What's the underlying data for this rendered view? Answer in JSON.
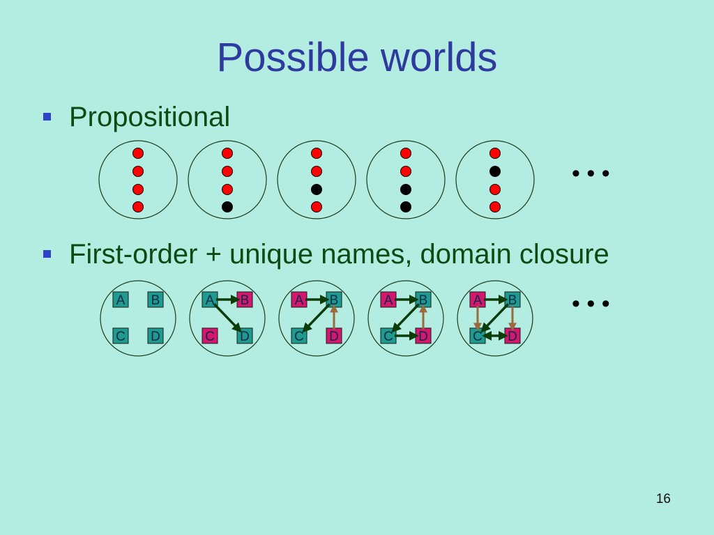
{
  "slide": {
    "title": "Possible worlds",
    "page_number": "16"
  },
  "bullets": [
    {
      "text": "Propositional"
    },
    {
      "text": "First-order + unique names, domain closure"
    }
  ],
  "colors": {
    "background": "#b3ece0",
    "title": "#2e3a9e",
    "bullet_text": "#0b4a12",
    "true_dot": "#ff0000",
    "false_dot": "#000000",
    "node_teal": "#1e9a8e",
    "node_magenta": "#d3176d",
    "edge_green": "#0b3d0b",
    "edge_brown": "#9a6a3c"
  },
  "propositional_worlds": [
    {
      "dots": [
        "true",
        "true",
        "true",
        "true"
      ]
    },
    {
      "dots": [
        "true",
        "true",
        "true",
        "false"
      ]
    },
    {
      "dots": [
        "true",
        "true",
        "false",
        "true"
      ]
    },
    {
      "dots": [
        "true",
        "true",
        "false",
        "false"
      ]
    },
    {
      "dots": [
        "true",
        "false",
        "true",
        "true"
      ]
    }
  ],
  "propositional_ellipsis": "• • •",
  "first_order_worlds": [
    {
      "nodes": [
        {
          "label": "A",
          "color": "teal"
        },
        {
          "label": "B",
          "color": "teal"
        },
        {
          "label": "C",
          "color": "teal"
        },
        {
          "label": "D",
          "color": "teal"
        }
      ],
      "edges": []
    },
    {
      "nodes": [
        {
          "label": "A",
          "color": "teal"
        },
        {
          "label": "B",
          "color": "magenta"
        },
        {
          "label": "C",
          "color": "magenta"
        },
        {
          "label": "D",
          "color": "teal"
        }
      ],
      "edges": [
        {
          "from": "A",
          "to": "B",
          "type": "green"
        },
        {
          "from": "A",
          "to": "D",
          "type": "green"
        }
      ]
    },
    {
      "nodes": [
        {
          "label": "A",
          "color": "magenta"
        },
        {
          "label": "B",
          "color": "teal"
        },
        {
          "label": "C",
          "color": "teal"
        },
        {
          "label": "D",
          "color": "magenta"
        }
      ],
      "edges": [
        {
          "from": "A",
          "to": "B",
          "type": "green"
        },
        {
          "from": "B",
          "to": "C",
          "type": "green"
        },
        {
          "from": "D",
          "to": "B",
          "type": "brown"
        }
      ]
    },
    {
      "nodes": [
        {
          "label": "A",
          "color": "magenta"
        },
        {
          "label": "B",
          "color": "teal"
        },
        {
          "label": "C",
          "color": "teal"
        },
        {
          "label": "D",
          "color": "magenta"
        }
      ],
      "edges": [
        {
          "from": "A",
          "to": "B",
          "type": "green"
        },
        {
          "from": "B",
          "to": "C",
          "type": "green"
        },
        {
          "from": "C",
          "to": "D",
          "type": "green"
        },
        {
          "from": "D",
          "to": "B",
          "type": "brown"
        }
      ]
    },
    {
      "nodes": [
        {
          "label": "A",
          "color": "magenta"
        },
        {
          "label": "B",
          "color": "teal"
        },
        {
          "label": "C",
          "color": "teal"
        },
        {
          "label": "D",
          "color": "magenta"
        }
      ],
      "edges": [
        {
          "from": "A",
          "to": "B",
          "type": "green"
        },
        {
          "from": "B",
          "to": "C",
          "type": "green"
        },
        {
          "from": "C",
          "to": "D",
          "type": "green-bi"
        },
        {
          "from": "A",
          "to": "C",
          "type": "brown"
        },
        {
          "from": "B",
          "to": "D",
          "type": "brown"
        }
      ]
    }
  ],
  "first_order_ellipsis": "• • •"
}
